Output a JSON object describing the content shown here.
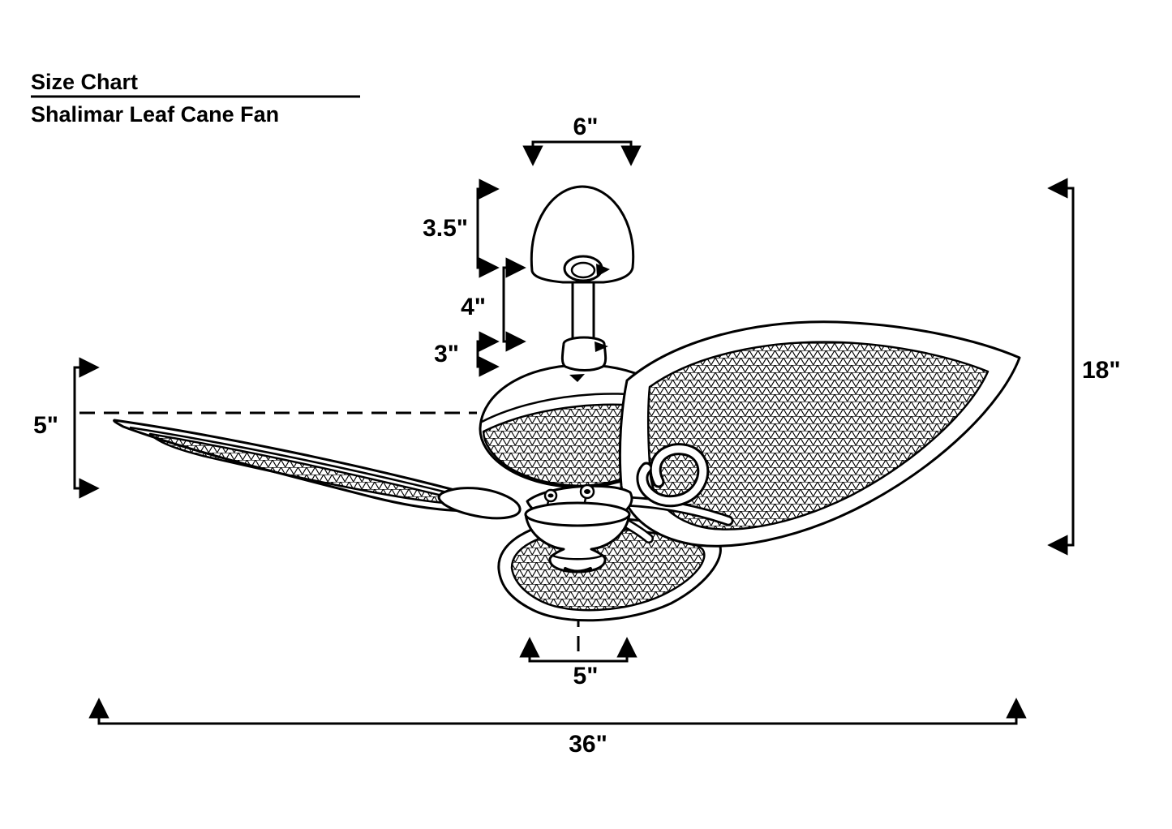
{
  "page": {
    "background": "#ffffff",
    "ink": "#000000"
  },
  "header": {
    "title": "Size Chart",
    "subtitle": "Shalimar Leaf Cane Fan"
  },
  "dimensions": {
    "canopy_width": "6\"",
    "canopy_height": "3.5\"",
    "downrod_length": "4\"",
    "coupling_height": "3\"",
    "blade_rise": "5\"",
    "overall_height": "18\"",
    "light_housing_width": "5\"",
    "blade_sweep": "36\""
  }
}
